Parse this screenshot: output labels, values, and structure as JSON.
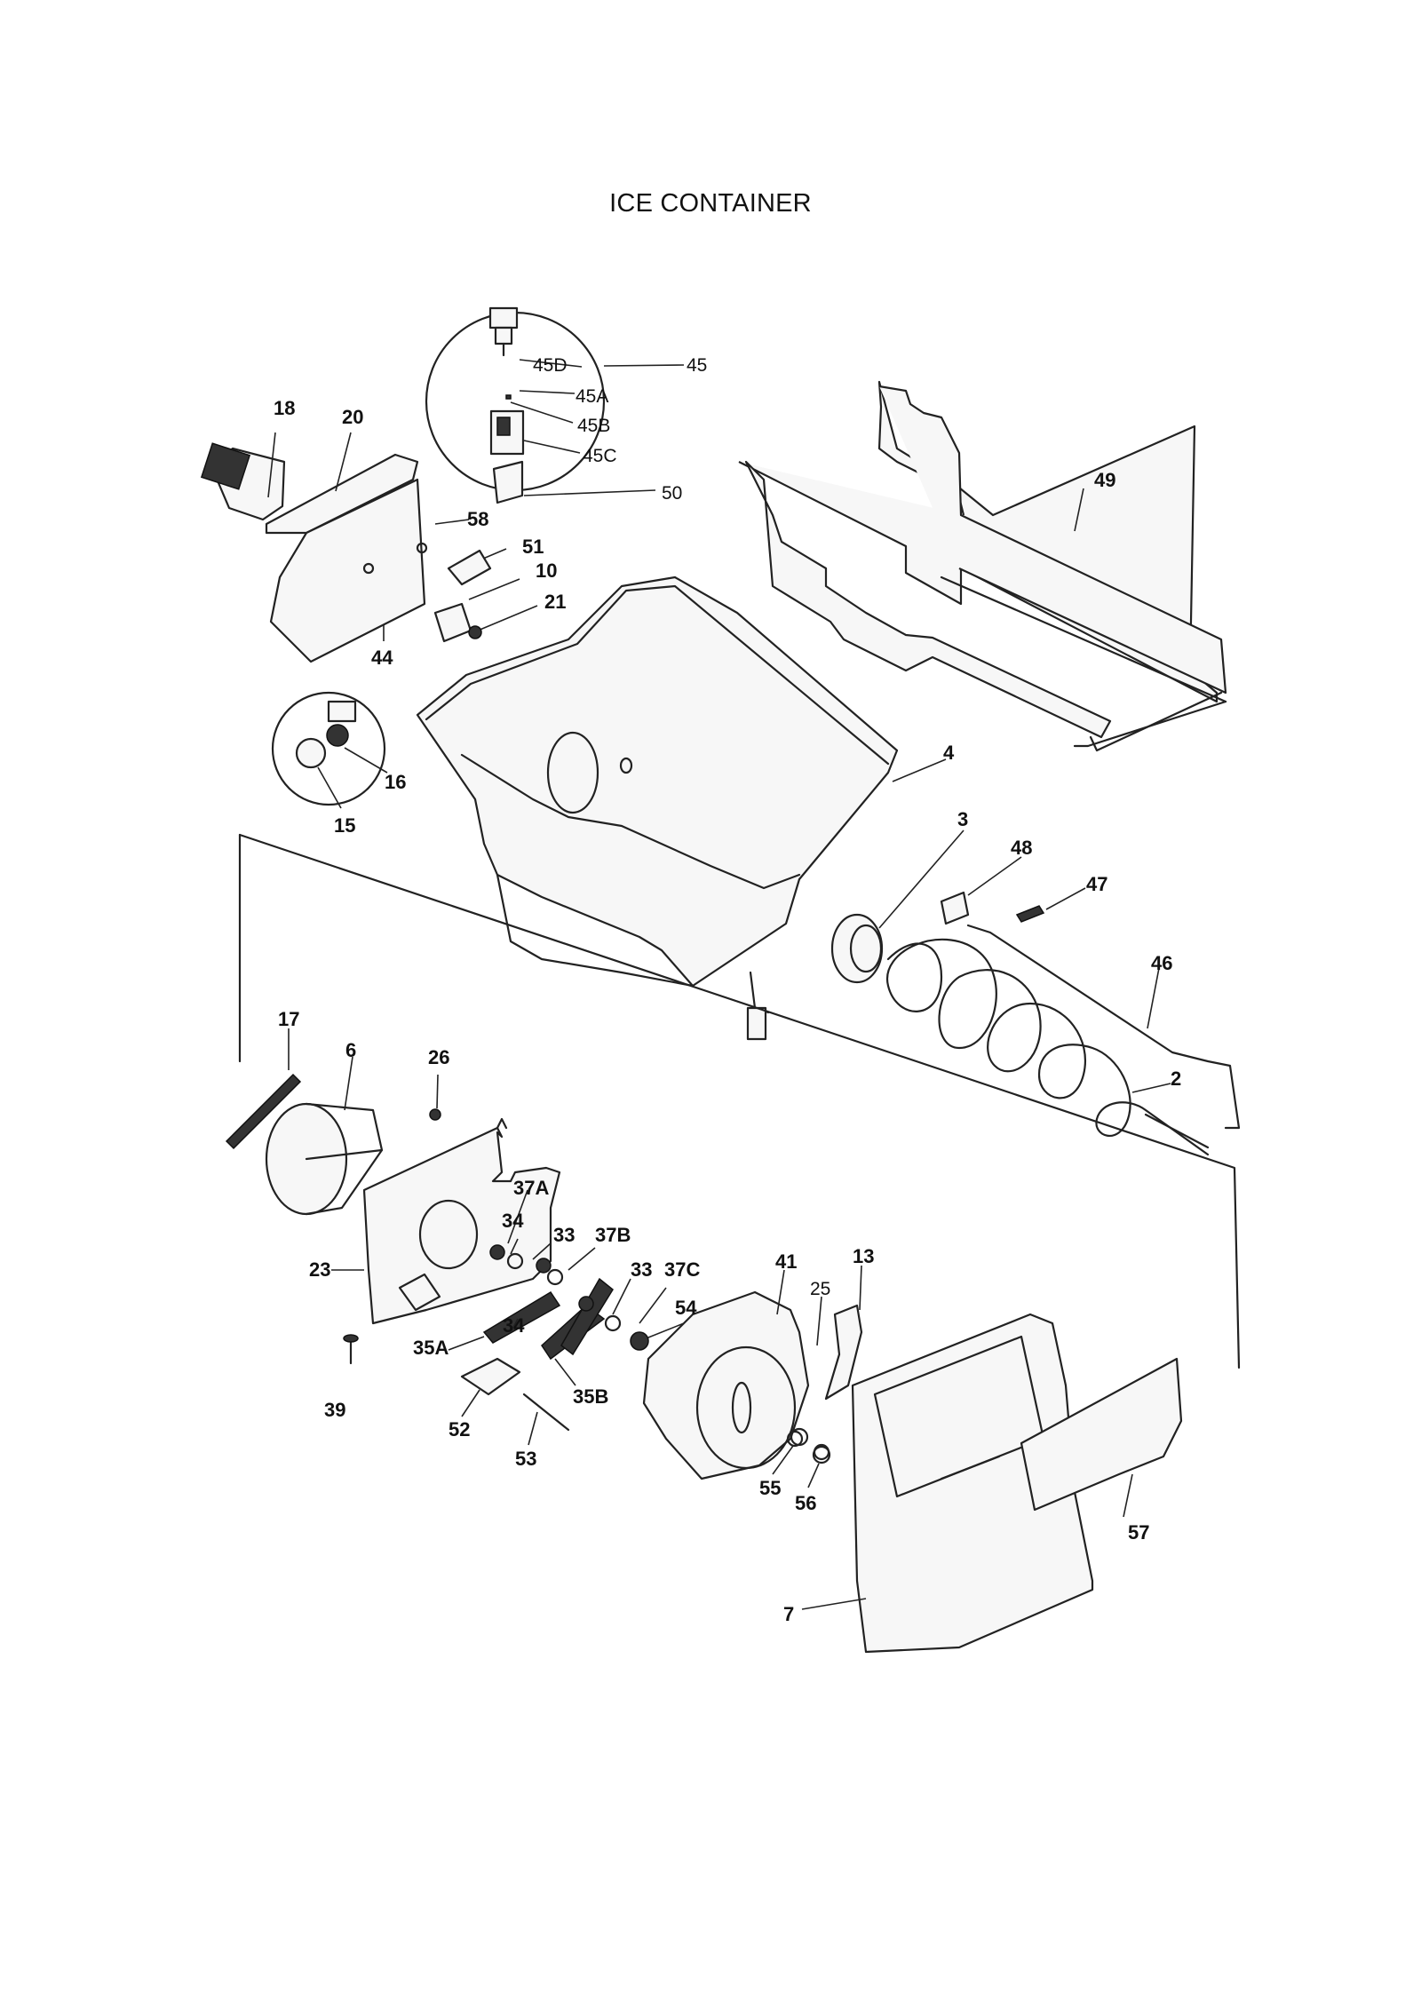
{
  "title": "ICE CONTAINER",
  "callouts": {
    "p45": "45",
    "p45D": "45D",
    "p45A": "45A",
    "p45B": "45B",
    "p45C": "45C",
    "p50": "50",
    "p18": "18",
    "p20": "20",
    "p49": "49",
    "p58": "58",
    "p51": "51",
    "p10": "10",
    "p21": "21",
    "p44": "44",
    "p16": "16",
    "p15": "15",
    "p4": "4",
    "p3": "3",
    "p48": "48",
    "p47": "47",
    "p46": "46",
    "p2": "2",
    "p17": "17",
    "p6": "6",
    "p26": "26",
    "p37A": "37A",
    "p34a": "34",
    "p33a": "33",
    "p37B": "37B",
    "p23": "23",
    "p33b": "33",
    "p37C": "37C",
    "p41": "41",
    "p13": "13",
    "p25": "25",
    "p54": "54",
    "p34b": "34",
    "p35A": "35A",
    "p35B": "35B",
    "p39": "39",
    "p52": "52",
    "p53": "53",
    "p55": "55",
    "p56": "56",
    "p57": "57",
    "p7": "7"
  }
}
